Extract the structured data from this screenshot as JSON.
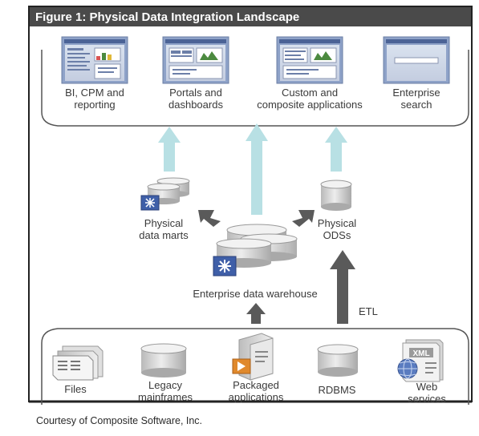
{
  "figure": {
    "title": "Figure 1: Physical Data Integration Landscape",
    "credit": "Courtesy of Composite Software, Inc."
  },
  "consumers": [
    {
      "line1": "BI, CPM and",
      "line2": "reporting",
      "icon": "dashboard-screen-icon"
    },
    {
      "line1": "Portals and",
      "line2": "dashboards",
      "icon": "portal-screen-icon"
    },
    {
      "line1": "Custom and",
      "line2": "composite applications",
      "icon": "application-screen-icon"
    },
    {
      "line1": "Enterprise",
      "line2": "search",
      "icon": "search-screen-icon"
    }
  ],
  "middle": {
    "marts": {
      "line1": "Physical",
      "line2": "data marts",
      "icon": "database-stack-icon"
    },
    "ods": {
      "line1": "Physical",
      "line2": "ODSs",
      "icon": "database-icon"
    },
    "edw": {
      "label": "Enterprise data warehouse",
      "icon": "database-stack-icon"
    },
    "etl": "ETL"
  },
  "sources": [
    {
      "line1": "Files",
      "line2": "",
      "icon": "file-stack-icon"
    },
    {
      "line1": "Legacy",
      "line2": "mainframes",
      "icon": "mainframe-cylinder-icon"
    },
    {
      "line1": "Packaged",
      "line2": "applications",
      "icon": "packaged-app-icon"
    },
    {
      "line1": "RDBMS",
      "line2": "",
      "icon": "database-icon"
    },
    {
      "line1": "Web",
      "line2": "services",
      "icon": "xml-globe-icon"
    }
  ],
  "colors": {
    "title_bar": "#4a4a4a",
    "light_arrow": "#b8e0e4",
    "dark_arrow": "#5a5a5a",
    "frame": "#222222"
  }
}
